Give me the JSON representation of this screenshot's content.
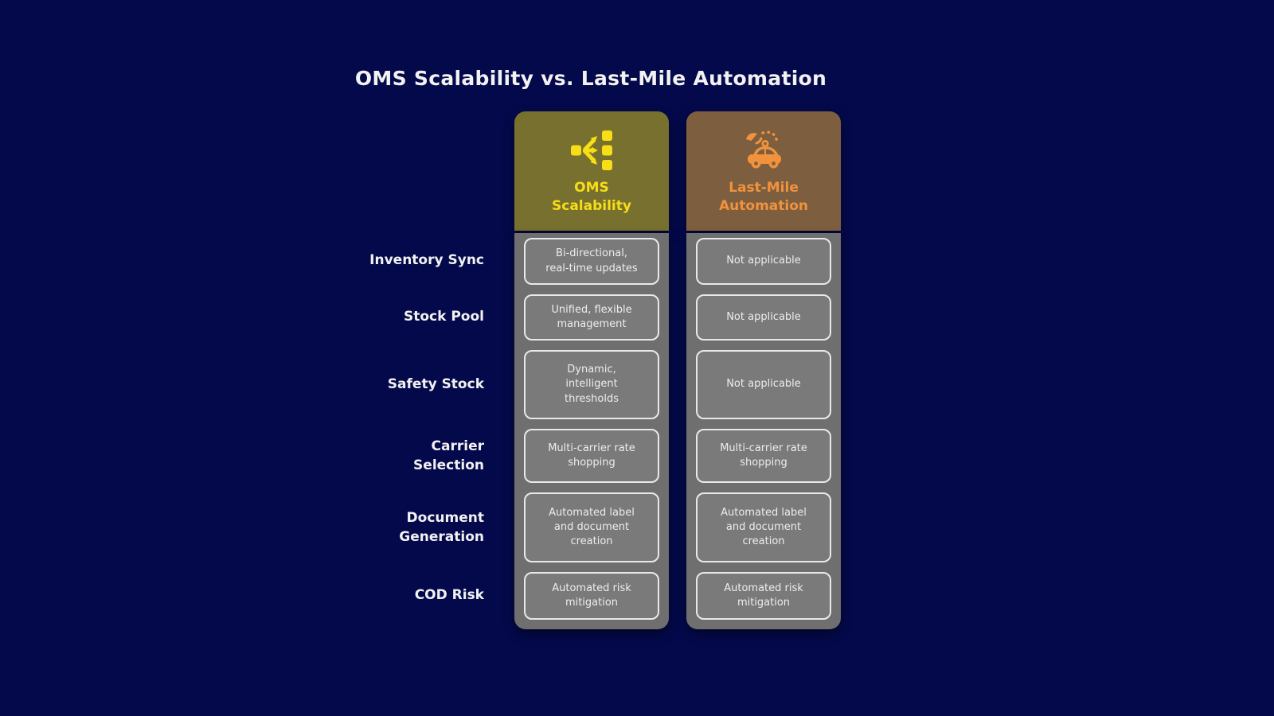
{
  "title": "OMS Scalability vs. Last-Mile Automation",
  "colors": {
    "background": "#04094b",
    "oms_header_bg": "#78702e",
    "oms_accent_yellow": "#f7de17",
    "lastmile_header_bg": "#7d5f40",
    "lastmile_accent_orange": "#f2923d",
    "column_body_gray": "#6f6f6f",
    "cell_gray": "#7a7a7a",
    "cell_border": "#e9e9e9",
    "text_white": "#f2f2f2"
  },
  "columns": {
    "oms": {
      "label": "OMS\nScalability",
      "icon": "distribute-flow-icon"
    },
    "lastmile": {
      "label": "Last-Mile\nAutomation",
      "icon": "autonomous-delivery-car-icon"
    }
  },
  "rows": [
    {
      "label": "Inventory Sync",
      "oms": "Bi-directional,\nreal-time updates",
      "lastmile": "Not applicable"
    },
    {
      "label": "Stock Pool",
      "oms": "Unified, flexible\nmanagement",
      "lastmile": "Not applicable"
    },
    {
      "label": "Safety Stock",
      "oms": "Dynamic,\nintelligent\nthresholds",
      "lastmile": "Not applicable"
    },
    {
      "label": "Carrier\nSelection",
      "oms": "Multi-carrier rate\nshopping",
      "lastmile": "Multi-carrier rate\nshopping"
    },
    {
      "label": "Document\nGeneration",
      "oms": "Automated label\nand document\ncreation",
      "lastmile": "Automated label\nand document\ncreation"
    },
    {
      "label": "COD Risk",
      "oms": "Automated risk\nmitigation",
      "lastmile": "Automated risk\nmitigation"
    }
  ]
}
